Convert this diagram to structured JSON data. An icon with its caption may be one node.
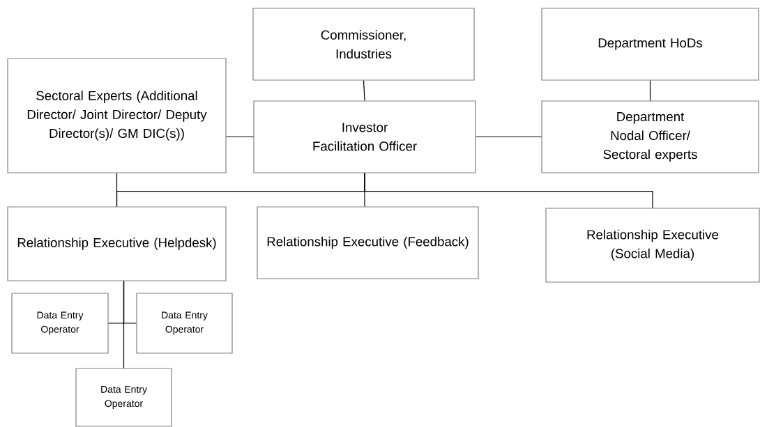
{
  "diagram": {
    "nodes": [
      {
        "text": [
          "Commissioner, Industries"
        ]
      },
      {
        "text": [
          "Department HoDs"
        ]
      },
      {
        "text": [
          "Sectoral Experts (Additional Director/ Joint Director/ Deputy Director(s)/ GM DIC(s))"
        ]
      },
      {
        "text": [
          "Investor Facilitation Officer"
        ]
      },
      {
        "text": [
          "Department Nodal Officer/ Sectoral experts"
        ]
      },
      {
        "text": [
          "Relationship Executive (Helpdesk)"
        ]
      },
      {
        "text": [
          "Relationship Executive (Feedback)"
        ]
      },
      {
        "text": [
          "Relationship Executive (Social Media)"
        ]
      },
      {
        "text": [
          "Data Entry Operator"
        ]
      },
      {
        "text": [
          "Data Entry Operator"
        ]
      },
      {
        "text": [
          "Data Entry Operator"
        ]
      }
    ],
    "edges": [
      {
        "from": 0,
        "to": 3,
        "arrow": "none"
      },
      {
        "from": 1,
        "to": 4,
        "arrow": "none"
      },
      {
        "from": 2,
        "to": 3,
        "arrow": "none"
      },
      {
        "from": 3,
        "to": 4,
        "arrow": "none"
      },
      {
        "from": 2,
        "to": 5,
        "arrow": "none"
      },
      {
        "from": 3,
        "to": 5,
        "arrow": "none"
      },
      {
        "from": 3,
        "to": 6,
        "arrow": "none"
      },
      {
        "from": 3,
        "to": 7,
        "arrow": "none"
      },
      {
        "from": 5,
        "to": 8,
        "arrow": "none"
      },
      {
        "from": 5,
        "to": 9,
        "arrow": "none"
      },
      {
        "from": 5,
        "to": 10,
        "arrow": "none"
      }
    ]
  }
}
